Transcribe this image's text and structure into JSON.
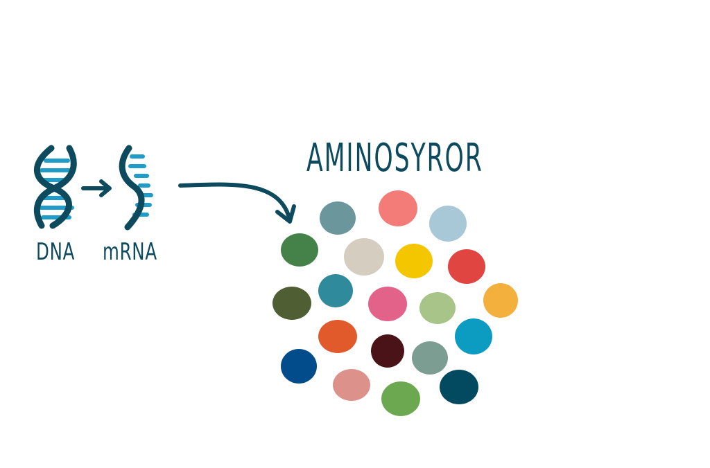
{
  "labels": {
    "dna": "DNA",
    "mrna": "mRNA",
    "title": "AMINOSYROR"
  },
  "colors": {
    "ink": "#0e4a5e",
    "strand_rungs": "#1f9cc8",
    "amino_acids": [
      "#6a969c",
      "#f47c78",
      "#a8c8d8",
      "#45824a",
      "#d4cdc0",
      "#f4c600",
      "#e04542",
      "#4f5e33",
      "#2f8a9c",
      "#e2628a",
      "#a8c488",
      "#f4b03c",
      "#e05a2c",
      "#4a1318",
      "#7c9e92",
      "#0c9cc2",
      "#034c8c",
      "#dc928a",
      "#6ca84f",
      "#034a60"
    ]
  },
  "icons": [
    "dna-double-helix-icon",
    "arrow-right-icon",
    "mrna-single-strand-icon",
    "curved-arrow-icon"
  ]
}
